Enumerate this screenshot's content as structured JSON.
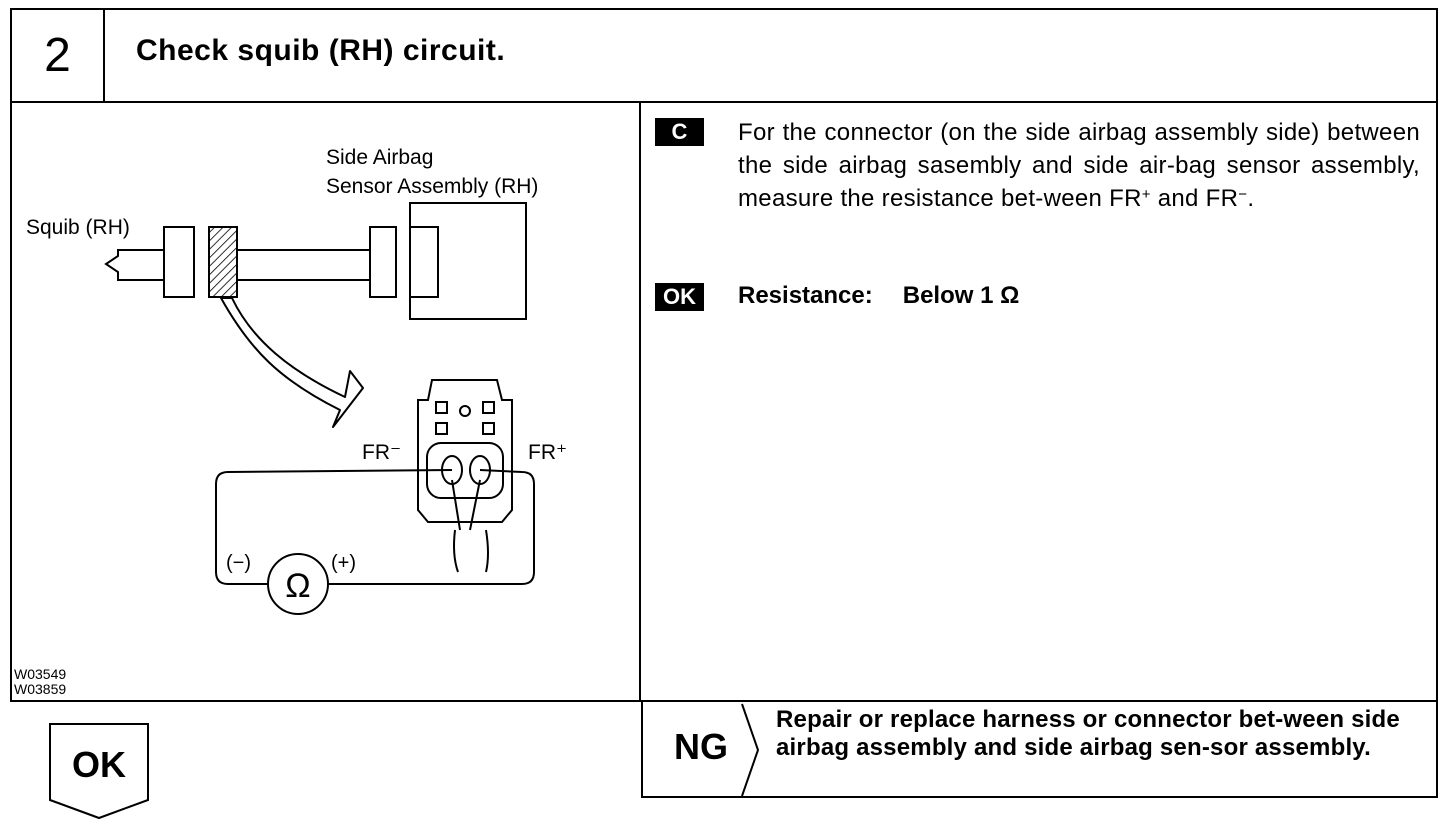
{
  "step": {
    "number": "2",
    "title": "Check squib (RH) circuit."
  },
  "diagram": {
    "label_sensor_line1": "Side Airbag",
    "label_sensor_line2": "Sensor Assembly (RH)",
    "label_squib": "Squib (RH)",
    "label_fr_minus": "FR⁻",
    "label_fr_plus": "FR⁺",
    "label_meter_minus": "(−)",
    "label_meter_plus": "(+)",
    "label_meter_symbol": "Ω",
    "figure_code_1": "W03549",
    "figure_code_2": "W03859"
  },
  "instruction": {
    "code": "C",
    "text_before_plus": "For the connector (on the side airbag assembly side) between the side airbag sasembly and side air-bag sensor assembly, measure the resistance bet-ween FR",
    "sup_plus": "+",
    "text_middle": " and FR",
    "sup_minus": "−",
    "text_end": "."
  },
  "spec": {
    "code": "OK",
    "label": "Resistance:",
    "value": "Below 1 Ω"
  },
  "ng": {
    "label": "NG",
    "text": "Repair or replace harness or connector bet-ween side airbag assembly and side airbag sen-sor assembly."
  },
  "ok": {
    "label": "OK"
  }
}
